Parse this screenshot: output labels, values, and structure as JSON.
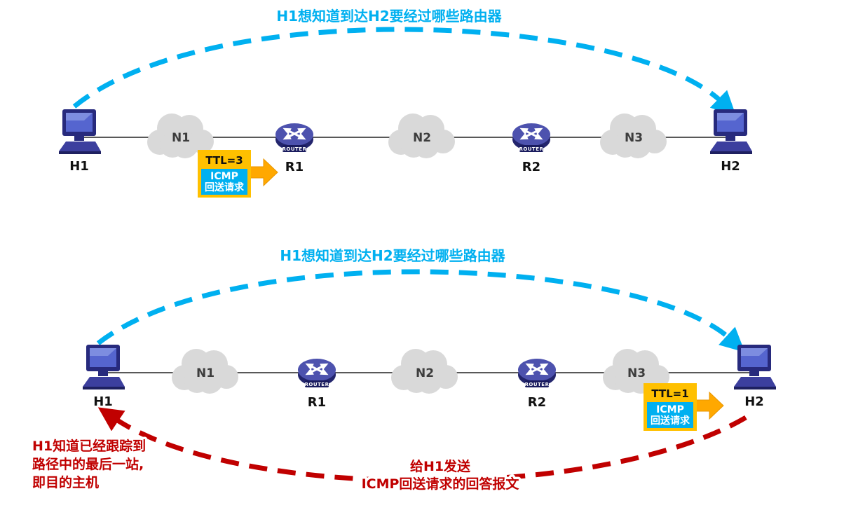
{
  "colors": {
    "cyan": "#00b0f0",
    "red": "#c00000",
    "orange_box": "#ffc000",
    "orange_arrow": "#ffa800",
    "cloud": "#d9d9d9",
    "line": "#595959"
  },
  "router_badge": "ROUTER",
  "top": {
    "title": "H1想知道到达H2要经过哪些路由器",
    "nodes": [
      {
        "type": "host",
        "label": "H1"
      },
      {
        "type": "network",
        "label": "N1"
      },
      {
        "type": "router",
        "label": "R1"
      },
      {
        "type": "network",
        "label": "N2"
      },
      {
        "type": "router",
        "label": "R2"
      },
      {
        "type": "network",
        "label": "N3"
      },
      {
        "type": "host",
        "label": "H2"
      }
    ],
    "packet": {
      "ttl": "TTL=3",
      "proto": "ICMP",
      "name": "回送请求"
    }
  },
  "bottom": {
    "title": "H1想知道到达H2要经过哪些路由器",
    "nodes": [
      {
        "type": "host",
        "label": "H1"
      },
      {
        "type": "network",
        "label": "N1"
      },
      {
        "type": "router",
        "label": "R1"
      },
      {
        "type": "network",
        "label": "N2"
      },
      {
        "type": "router",
        "label": "R2"
      },
      {
        "type": "network",
        "label": "N3"
      },
      {
        "type": "host",
        "label": "H2"
      }
    ],
    "packet": {
      "ttl": "TTL=1",
      "proto": "ICMP",
      "name": "回送请求"
    },
    "reply_note": {
      "line1": "给H1发送",
      "line2": "ICMP回送请求的回答报文"
    },
    "conclusion": {
      "line1": "H1知道已经跟踪到",
      "line2": "路径中的最后一站,",
      "line3": "即目的主机"
    }
  }
}
